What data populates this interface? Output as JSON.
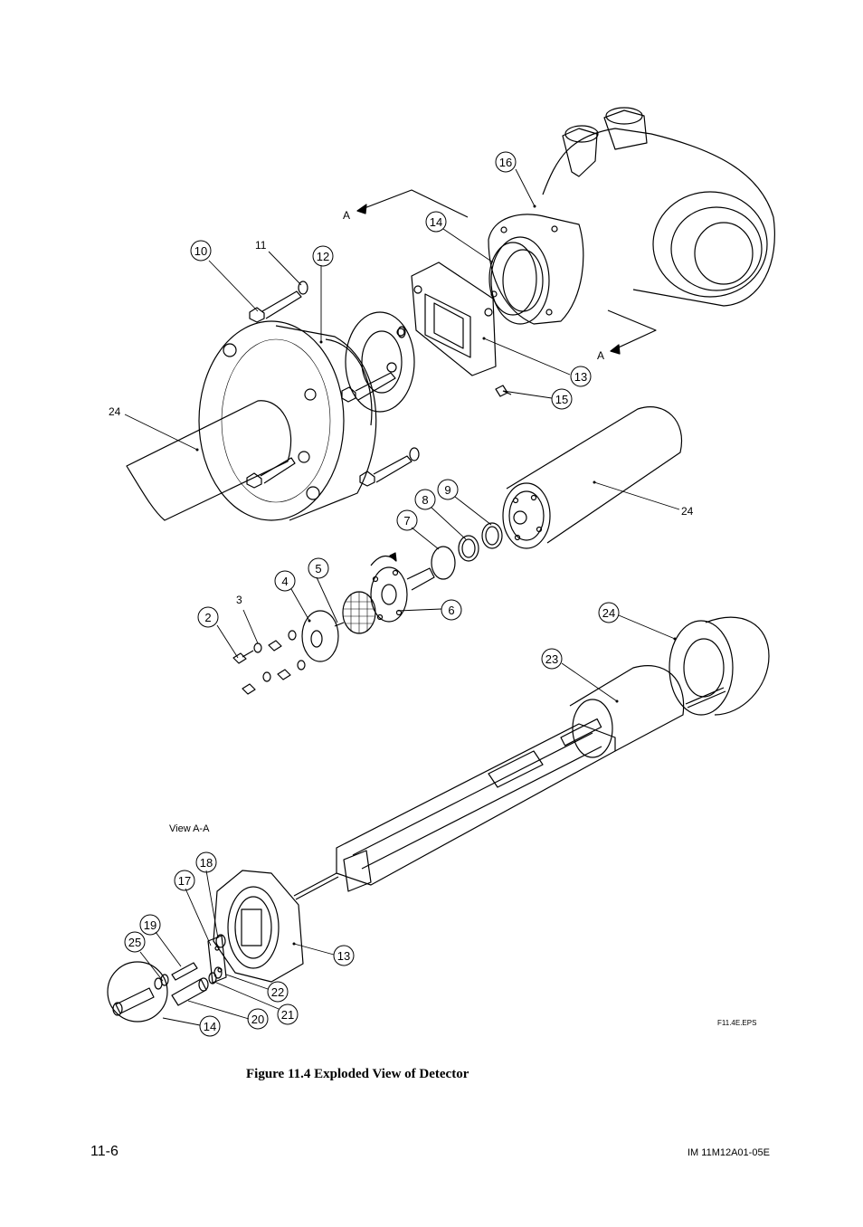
{
  "figure": {
    "caption": "Figure 11.4 Exploded View of Detector",
    "file_id": "F11.4E.EPS",
    "view_label": "View A-A",
    "section_marker": "A"
  },
  "callouts": [
    "2",
    "3",
    "4",
    "5",
    "6",
    "7",
    "8",
    "9",
    "10",
    "11",
    "12",
    "13",
    "13",
    "14",
    "14",
    "15",
    "16",
    "17",
    "18",
    "19",
    "20",
    "21",
    "22",
    "23",
    "24",
    "24",
    "24",
    "25"
  ],
  "footer": {
    "page_number": "11-6",
    "doc_id": "IM 11M12A01-05E"
  }
}
